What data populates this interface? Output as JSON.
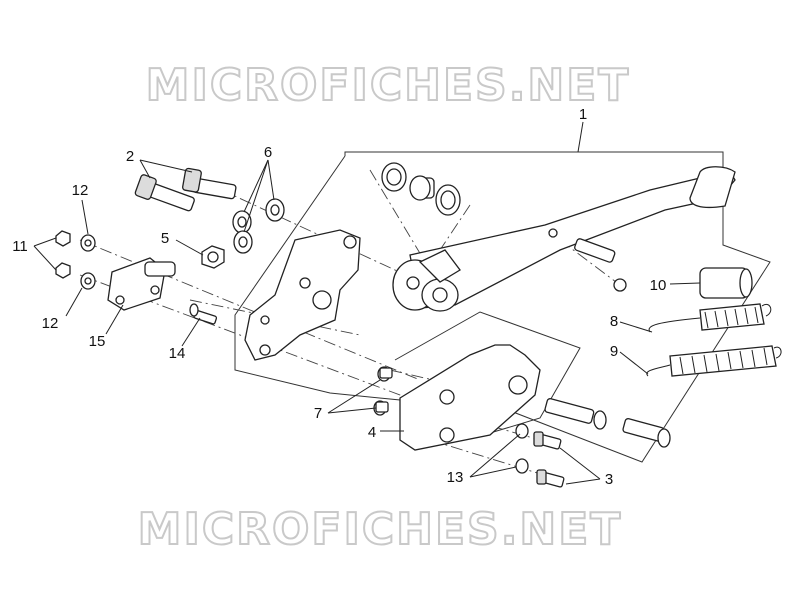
{
  "watermark": {
    "top": "MICROFICHES.NET",
    "bottom": "MICROFICHES.NET"
  },
  "callouts": {
    "c1": "1",
    "c2": "2",
    "c3": "3",
    "c4": "4",
    "c5": "5",
    "c6": "6",
    "c7": "7",
    "c8": "8",
    "c9": "9",
    "c10": "10",
    "c11": "11",
    "c12a": "12",
    "c12b": "12",
    "c13": "13",
    "c14": "14",
    "c15": "15"
  }
}
